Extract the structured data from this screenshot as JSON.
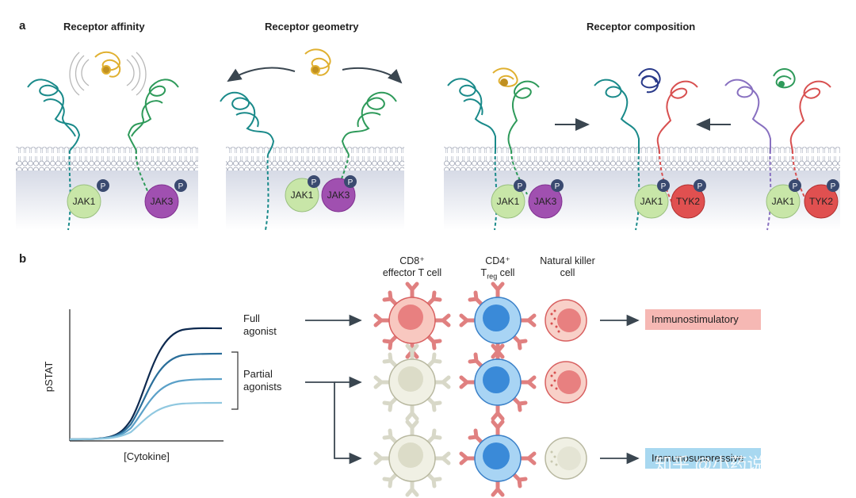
{
  "panel_a": {
    "letter": "a",
    "titles": [
      "Receptor affinity",
      "Receptor geometry",
      "Receptor composition"
    ],
    "kinases": {
      "jak1": "JAK1",
      "jak3": "JAK3",
      "tyk2": "TYK2",
      "phospho": "P"
    }
  },
  "panel_b": {
    "letter": "b",
    "y_label": "pSTAT",
    "x_label": "[Cytokine]",
    "full_agonist": "Full\nagonist",
    "partial_agonists": "Partial\nagonists",
    "cell_headers": {
      "cd8": "CD8⁺\neffector T cell",
      "cd4_top": "CD4⁺",
      "cd4_t": "T",
      "cd4_sub": "reg",
      "cd4_tail": " cell",
      "nk": "Natural killer\ncell"
    },
    "outcomes": {
      "immunostimulatory": "Immunostimulatory",
      "immunosuppressive": "Immunosuppressive"
    },
    "watermark": "知乎 @小药说药"
  },
  "colors": {
    "teal": "#1a8a8a",
    "green": "#2e9a5a",
    "gold": "#e0b030",
    "navy": "#2a3a8a",
    "red": "#d85050",
    "purple": "#8870c0",
    "jak1_fill": "#c8e6a8",
    "jak3_fill": "#a050b0",
    "tyk2_fill": "#e05050",
    "membrane": "#c8ccd8",
    "pink_box": "#f6b8b4",
    "blue_box": "#a8d8f0",
    "curve_dark": "#0e2a50",
    "curve_mid": "#2a6e9a",
    "curve_light": "#5aa0c8",
    "curve_lighter": "#90c8e0"
  }
}
